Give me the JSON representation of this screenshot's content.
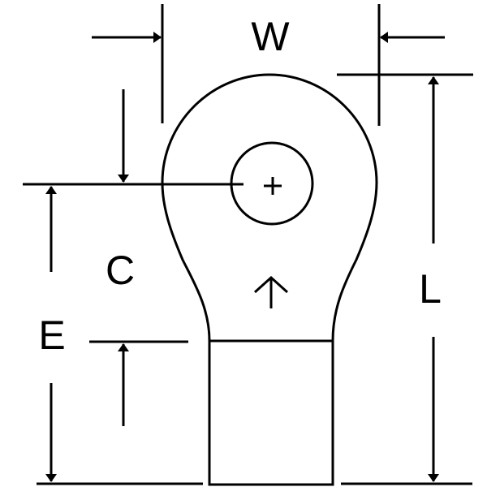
{
  "diagram": {
    "labels": {
      "w": "W",
      "c": "C",
      "l": "L",
      "e": "E"
    },
    "colors": {
      "stroke": "#000000",
      "background": "#ffffff"
    }
  }
}
